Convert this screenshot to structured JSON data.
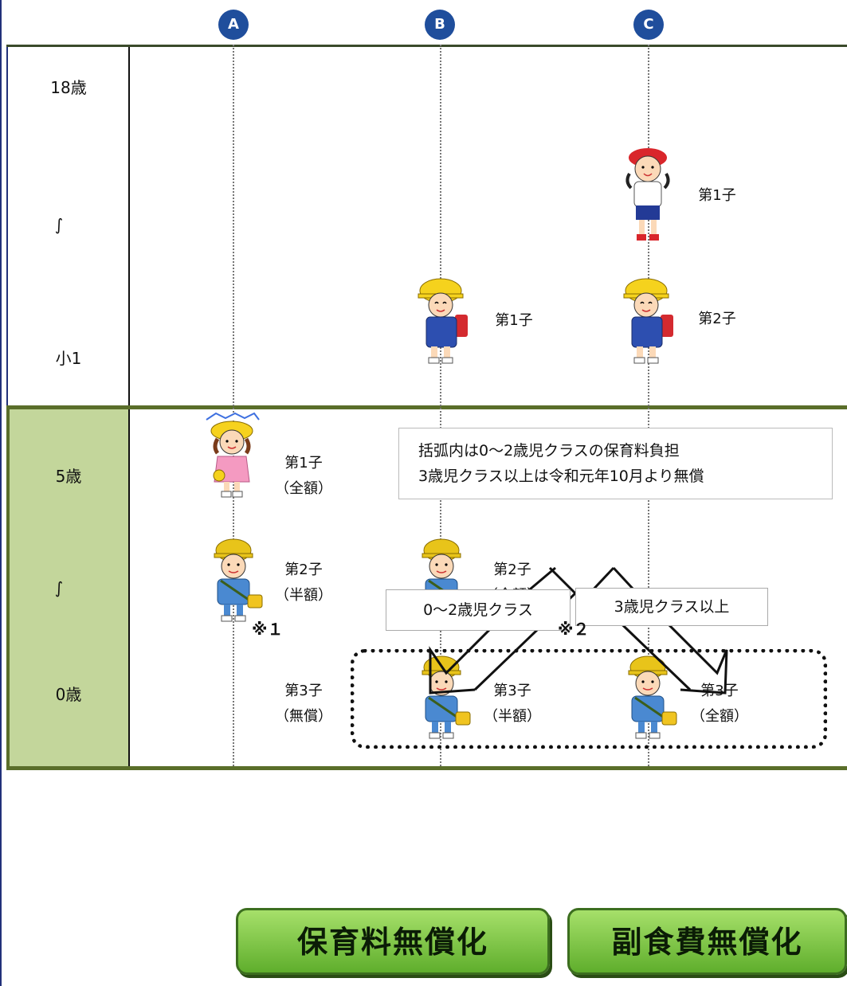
{
  "columns": [
    {
      "id": "col-a",
      "label": "A"
    },
    {
      "id": "col-b",
      "label": "B"
    },
    {
      "id": "col-c",
      "label": "C"
    }
  ],
  "ages": {
    "age18": "18歳",
    "wave_upper": "∫",
    "grade1": "小1",
    "age5": "5歳",
    "wave_lower": "∫",
    "age0": "0歳"
  },
  "children": {
    "a1": {
      "name": "第1子",
      "fee": "（全額）"
    },
    "a2": {
      "name": "第2子",
      "fee": "（半額）"
    },
    "a3": {
      "name": "第3子",
      "fee": "（無償）"
    },
    "b1": {
      "name": "第1子"
    },
    "b2": {
      "name": "第2子",
      "fee": "（全額）"
    },
    "b3": {
      "name": "第3子",
      "fee": "（半額）"
    },
    "c1": {
      "name": "第1子"
    },
    "c2": {
      "name": "第2子"
    },
    "c3": {
      "name": "第3子",
      "fee": "（全額）"
    }
  },
  "note": {
    "line1": "括弧内は0～2歳児クラスの保育料負担",
    "line2": "3歳児クラス以上は令和元年10月より無償"
  },
  "arrows": {
    "left_label": "0～2歳児クラス",
    "right_label": "3歳児クラス以上"
  },
  "outcomes": {
    "mark1": "※１",
    "mark2": "※２",
    "left": "保育料無償化",
    "right": "副食費無償化"
  },
  "colors": {
    "circle": "#1f4e9c",
    "preschool_band": "#c3d69b",
    "frame_green": "#5a6e2a",
    "button_green": "#7cc444"
  }
}
